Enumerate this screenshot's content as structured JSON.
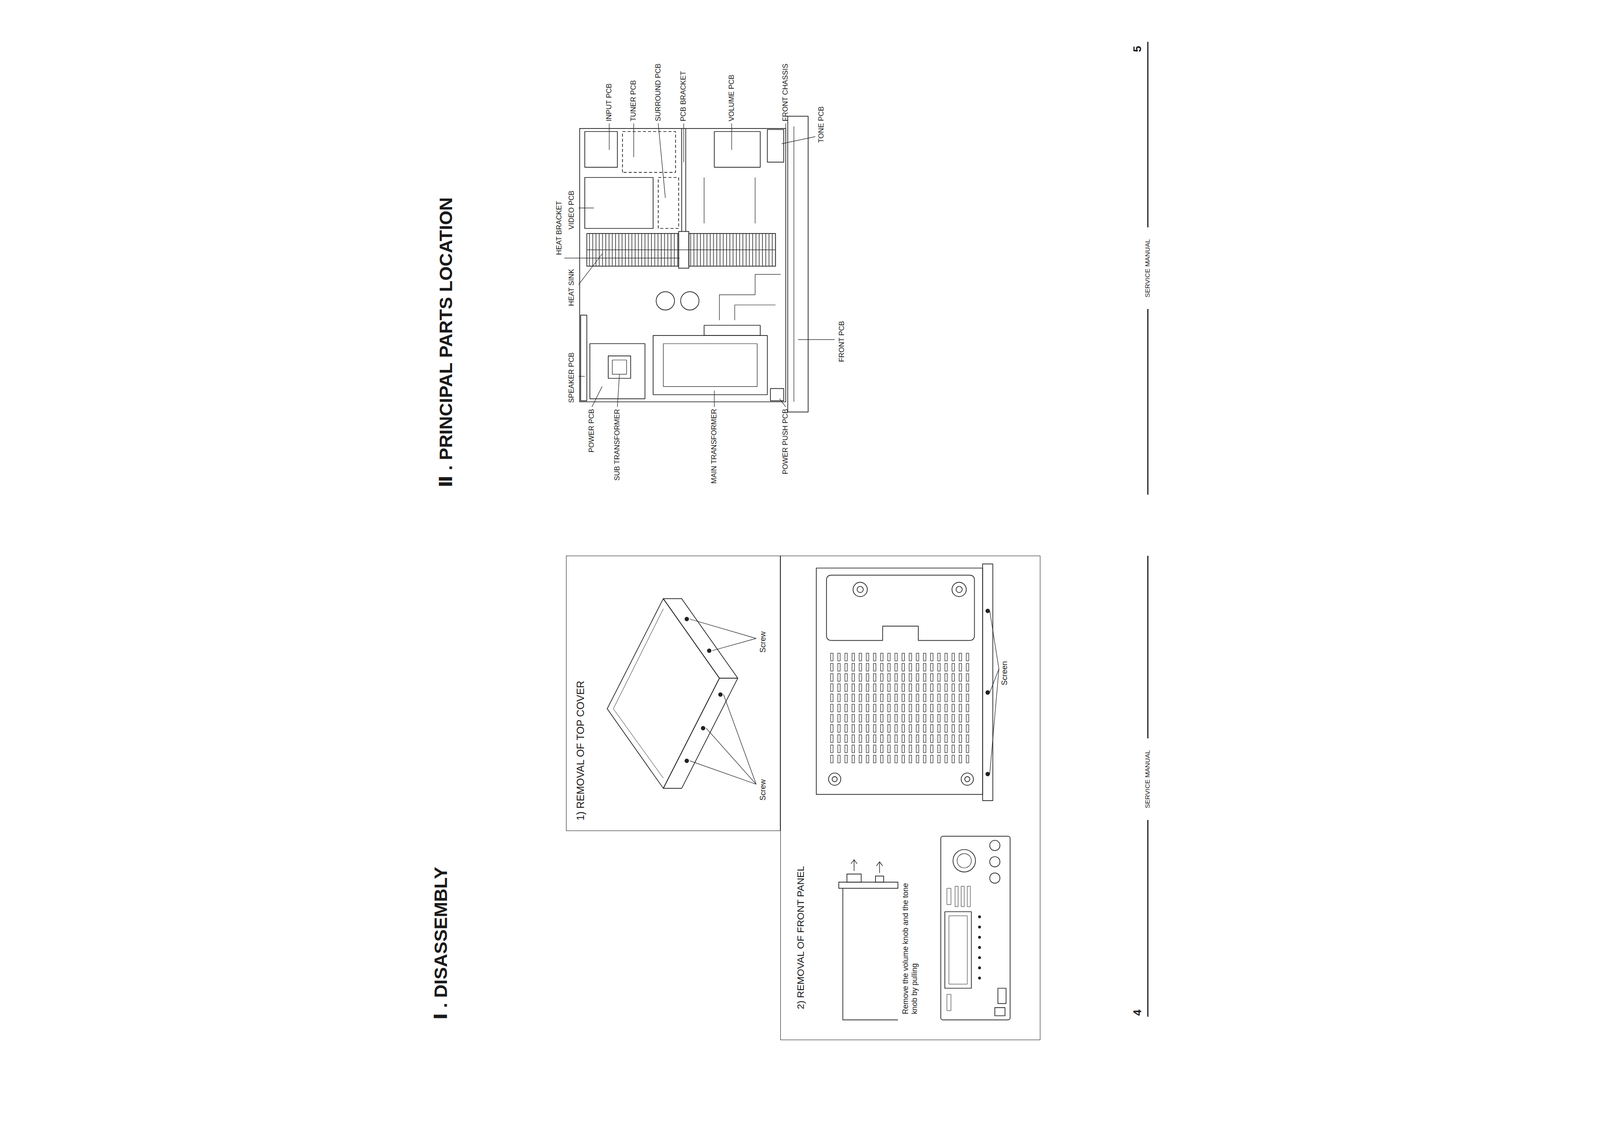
{
  "diagram": {
    "nodes": [
      {
        "text": [
          "1) REMOVAL OF TOP COVER"
        ]
      },
      {
        "text": [
          "2) REMOVAL OF FRONT PANEL",
          "Remove the volume knob and the tone knob by pulling"
        ]
      }
    ],
    "labels": [
      "Ⅰ . DISASSEMBLY",
      "Ⅱ . PRINCIPAL PARTS LOCATION",
      "Screw",
      "Screw",
      "Screen",
      "INPUT PCB",
      "TUNER PCB",
      "SURROUND PCB",
      "PCB BRACKET",
      "VOLUME PCB",
      "FRONT CHASSIS",
      "SPEAKER PCB",
      "HEAT SINK",
      "HEAT BRACKET",
      "VIDEO PCB",
      "POWER PCB",
      "SUB TRANSFORMER",
      "MAIN TRANSFORMER",
      "POWER PUSH PCB",
      "FRONT PCB",
      "TONE PCB",
      "4",
      "SERVICE MANUAL",
      "SERVICE MANUAL",
      "5"
    ]
  }
}
